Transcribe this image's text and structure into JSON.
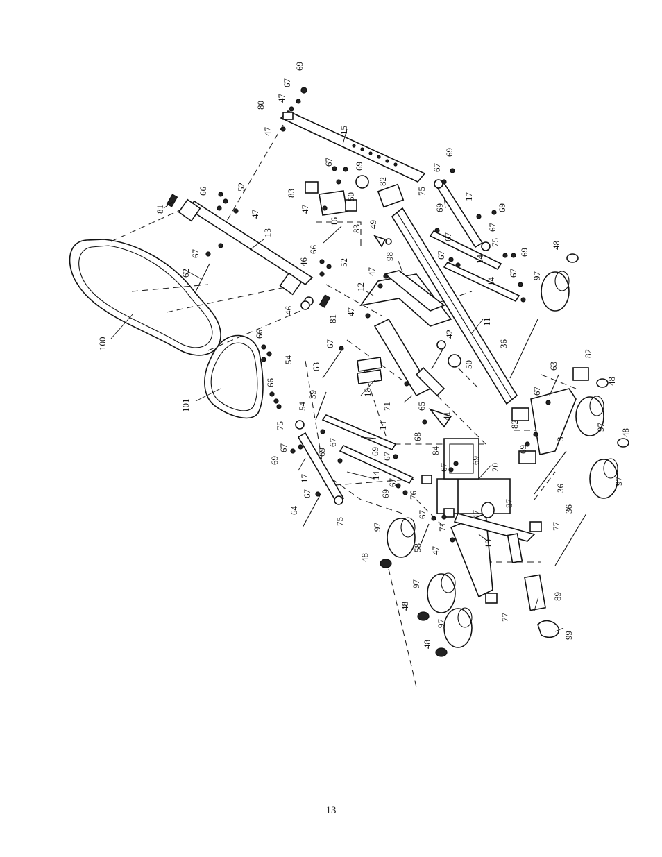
{
  "page_number": "13",
  "labels": [
    "100",
    "101",
    "81",
    "66",
    "52",
    "47",
    "67",
    "62",
    "13",
    "46",
    "66",
    "52",
    "81",
    "46",
    "66",
    "54",
    "66",
    "54",
    "67",
    "63",
    "39",
    "75",
    "69",
    "67",
    "17",
    "67",
    "64",
    "75",
    "69",
    "67",
    "14",
    "69",
    "67",
    "14",
    "69",
    "67",
    "76",
    "97",
    "48",
    "97",
    "48",
    "97",
    "48",
    "80",
    "47",
    "67",
    "69",
    "47",
    "15",
    "83",
    "47",
    "67",
    "69",
    "16",
    "50",
    "82",
    "83",
    "49",
    "98",
    "12",
    "47",
    "47",
    "71",
    "18",
    "42",
    "50",
    "11",
    "65",
    "41",
    "68",
    "84",
    "69",
    "67",
    "20",
    "71",
    "67",
    "58",
    "47",
    "47",
    "19",
    "87",
    "77",
    "77",
    "89",
    "99",
    "36",
    "97",
    "48",
    "36",
    "97",
    "48",
    "82",
    "3",
    "67",
    "69",
    "63",
    "82",
    "75",
    "67",
    "69",
    "17",
    "69",
    "67",
    "75",
    "14",
    "69",
    "67",
    "67",
    "14",
    "67",
    "69",
    "97",
    "48",
    "36"
  ]
}
